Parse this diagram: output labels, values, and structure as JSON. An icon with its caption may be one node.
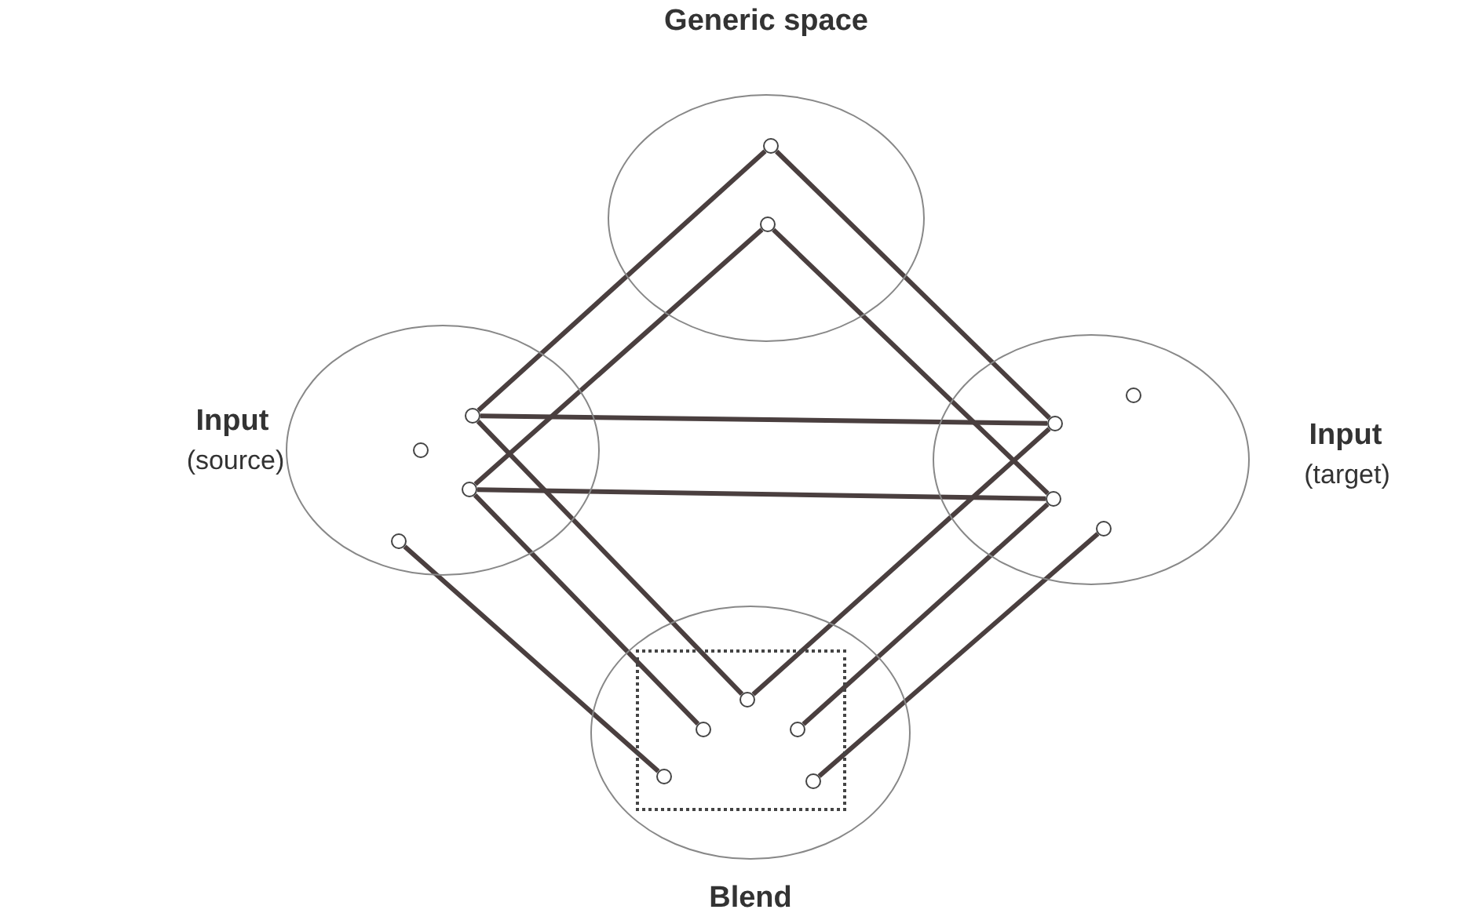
{
  "diagram": {
    "nodes": [
      {
        "text": [
          "Generic space"
        ]
      },
      {
        "text": [
          "Input",
          "(source)"
        ]
      },
      {
        "text": [
          "Input",
          "(target)"
        ]
      },
      {
        "text": [
          "Blend"
        ]
      },
      {
        "text": [],
        "shape": "circle",
        "in": 0
      },
      {
        "text": [],
        "shape": "circle",
        "in": 0
      },
      {
        "text": [],
        "shape": "circle",
        "in": 1
      },
      {
        "text": [],
        "shape": "circle",
        "in": 1
      },
      {
        "text": [],
        "shape": "circle",
        "in": 1
      },
      {
        "text": [],
        "shape": "circle",
        "in": 1
      },
      {
        "text": [],
        "shape": "circle",
        "in": 2
      },
      {
        "text": [],
        "shape": "circle",
        "in": 2
      },
      {
        "text": [],
        "shape": "circle",
        "in": 2
      },
      {
        "text": [],
        "shape": "circle",
        "in": 2
      },
      {
        "text": [],
        "shape": "circle",
        "in": 3
      },
      {
        "text": [],
        "shape": "circle",
        "in": 3
      },
      {
        "text": [],
        "shape": "circle",
        "in": 3
      },
      {
        "text": [],
        "shape": "circle",
        "in": 3
      },
      {
        "text": [],
        "shape": "circle",
        "in": 3
      }
    ],
    "edges": [
      {
        "from": 4,
        "to": 6,
        "arrow": "none"
      },
      {
        "from": 4,
        "to": 10,
        "arrow": "none"
      },
      {
        "from": 5,
        "to": 7,
        "arrow": "none"
      },
      {
        "from": 5,
        "to": 11,
        "arrow": "none"
      },
      {
        "from": 6,
        "to": 10,
        "arrow": "none"
      },
      {
        "from": 7,
        "to": 11,
        "arrow": "none"
      },
      {
        "from": 6,
        "to": 14,
        "arrow": "none"
      },
      {
        "from": 10,
        "to": 14,
        "arrow": "none"
      },
      {
        "from": 7,
        "to": 15,
        "arrow": "none"
      },
      {
        "from": 11,
        "to": 16,
        "arrow": "none"
      },
      {
        "from": 9,
        "to": 17,
        "arrow": "none"
      },
      {
        "from": 13,
        "to": 18,
        "arrow": "none"
      }
    ]
  }
}
